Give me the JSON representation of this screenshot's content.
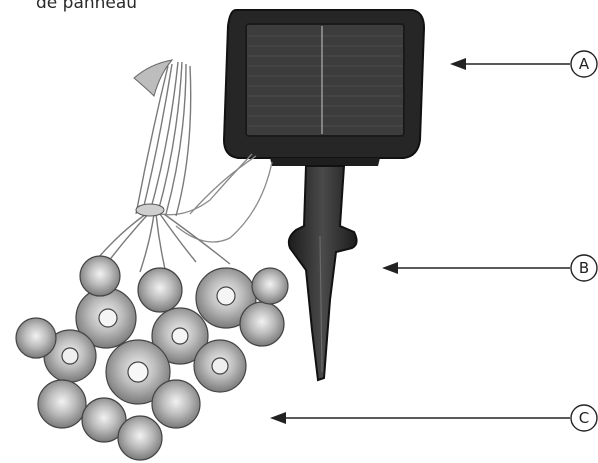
{
  "caption": "de panneau",
  "callouts": [
    {
      "letter": "A",
      "part": "solar-panel"
    },
    {
      "letter": "B",
      "part": "ground-stake"
    },
    {
      "letter": "C",
      "part": "flower-lights"
    }
  ],
  "colors": {
    "line": "#222222",
    "panel_dark": "#2a2a2a",
    "panel_cell": "#3a3a3a",
    "stake": "#2b2b2b",
    "flower_fill": "#9a9a9a",
    "flower_light": "#dcdcdc"
  }
}
